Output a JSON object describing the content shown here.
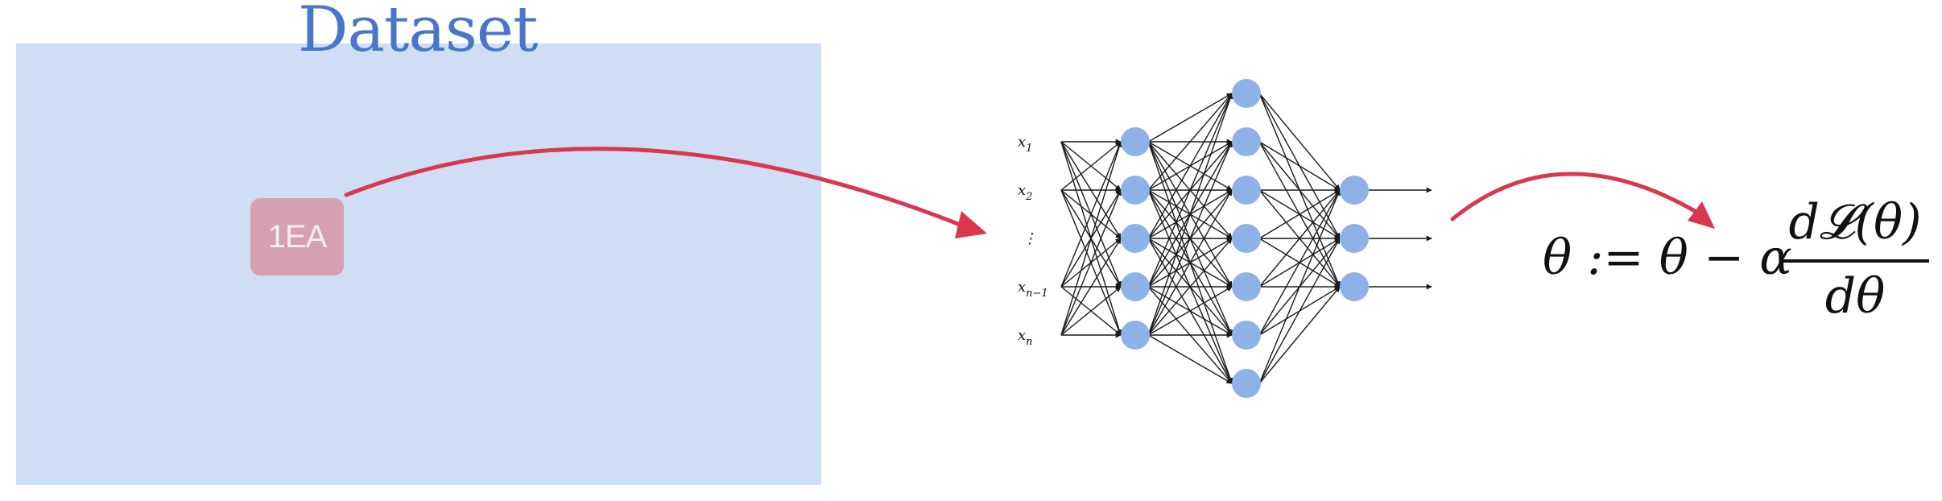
{
  "dataset": {
    "title": "Dataset",
    "sample_label": "1EA"
  },
  "network": {
    "input_labels": [
      {
        "base": "x",
        "sub": "1"
      },
      {
        "base": "x",
        "sub": "2"
      },
      {
        "base": "⋮",
        "sub": ""
      },
      {
        "base": "x",
        "sub": "n−1"
      },
      {
        "base": "x",
        "sub": "n"
      }
    ],
    "layer_sizes": [
      5,
      7,
      3
    ],
    "node_color": "#8eb2e8",
    "edge_color": "#1a1a1a"
  },
  "formula": {
    "lhs": "θ := θ − α",
    "numerator": "d𝓛(θ)",
    "denominator": "dθ"
  },
  "colors": {
    "dataset_fill": "#cfdef4",
    "title": "#4a76c9",
    "sample_chip": "#d4a0b2",
    "arrow": "#d9374f"
  }
}
